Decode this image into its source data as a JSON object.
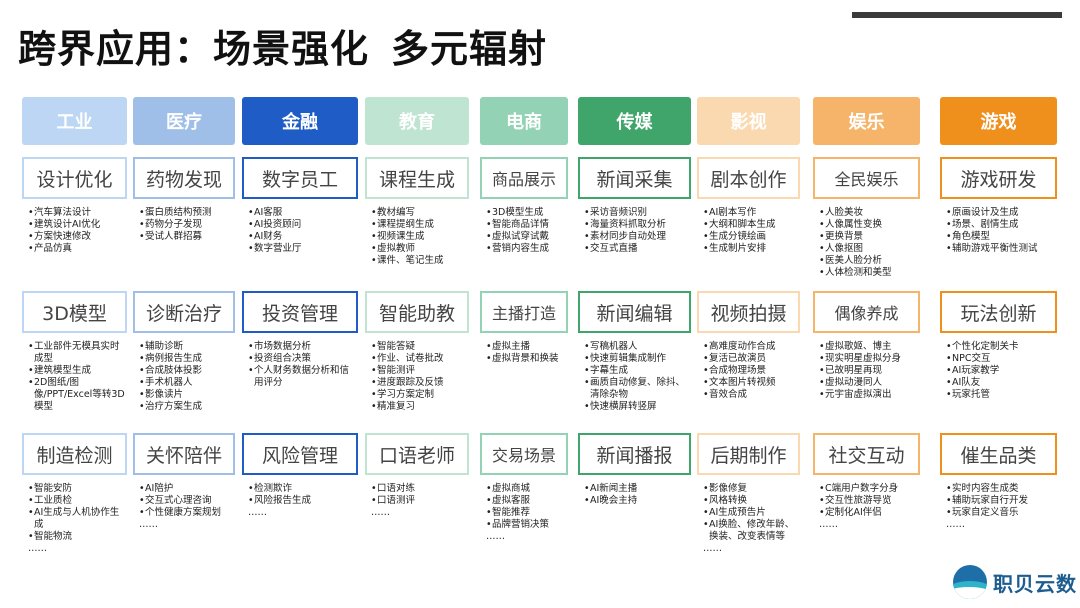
{
  "page": {
    "title_left": "跨界应用：场景强化",
    "title_right": "多元辐射"
  },
  "columns": [
    {
      "header": "工业",
      "color": "#bcd6f3",
      "sections": [
        {
          "title": "设计优化",
          "items": [
            "汽车算法设计",
            "建筑设计AI优化",
            "方案快速修改",
            "产品仿真"
          ]
        },
        {
          "title": "3D模型",
          "items": [
            "工业部件无模具实时成型",
            "建筑模型生成",
            "2D图纸/图像/PPT/Excel等转3D模型"
          ]
        },
        {
          "title": "制造检测",
          "items": [
            "智能安防",
            "工业质检",
            "AI生成与人机协作生成",
            "智能物流",
            "……"
          ]
        }
      ]
    },
    {
      "header": "医疗",
      "color": "#9fbfe8",
      "sections": [
        {
          "title": "药物发现",
          "items": [
            "蛋白质结构预测",
            "药物分子发现",
            "受试人群招募"
          ]
        },
        {
          "title": "诊断治疗",
          "items": [
            "辅助诊断",
            "病例报告生成",
            "合成肢体投影",
            "手术机器人",
            "影像读片",
            "治疗方案生成"
          ]
        },
        {
          "title": "关怀陪伴",
          "items": [
            "AI陪护",
            "交互式心理咨询",
            "个性健康方案规划",
            "……"
          ]
        }
      ]
    },
    {
      "header": "金融",
      "color": "#1f5cc6",
      "sections": [
        {
          "title": "数字员工",
          "items": [
            "AI客服",
            "AI投资顾问",
            "AI财务",
            "数字营业厅"
          ]
        },
        {
          "title": "投资管理",
          "items": [
            "市场数据分析",
            "投资组合决策",
            "个人财务数据分析和信用评分"
          ]
        },
        {
          "title": "风险管理",
          "items": [
            "检测欺诈",
            "风险报告生成",
            "……"
          ]
        }
      ]
    },
    {
      "header": "教育",
      "color": "#bfe5d2",
      "sections": [
        {
          "title": "课程生成",
          "items": [
            "教材编写",
            "课程提纲生成",
            "视频课生成",
            "虚拟教师",
            "课件、笔记生成"
          ]
        },
        {
          "title": "智能助教",
          "items": [
            "智能答疑",
            "作业、试卷批改",
            "智能测评",
            "进度跟踪及反馈",
            "学习方案定制",
            "精准复习"
          ]
        },
        {
          "title": "口语老师",
          "items": [
            "口语对练",
            "口语测评",
            "……"
          ]
        }
      ]
    },
    {
      "header": "电商",
      "color": "#93d2b4",
      "sections": [
        {
          "title": "商品展示",
          "items": [
            "3D模型生成",
            "智能商品详情",
            "虚拟试穿试戴",
            "营销内容生成"
          ]
        },
        {
          "title": "主播打造",
          "items": [
            "虚拟主播",
            "虚拟背景和换装"
          ]
        },
        {
          "title": "交易场景",
          "items": [
            "虚拟商城",
            "虚拟客服",
            "智能推荐",
            "品牌营销决策",
            "……"
          ]
        }
      ]
    },
    {
      "header": "传媒",
      "color": "#3fa56a",
      "sections": [
        {
          "title": "新闻采集",
          "items": [
            "采访音频识别",
            "海量资料抓取分析",
            "素材同步自动处理",
            "交互式直播"
          ]
        },
        {
          "title": "新闻编辑",
          "items": [
            "写稿机器人",
            "快速剪辑集成制作",
            "字幕生成",
            "画质自动修复、除抖、清除杂物",
            "快速横屏转竖屏"
          ]
        },
        {
          "title": "新闻播报",
          "items": [
            "AI新闻主播",
            "AI晚会主持"
          ]
        }
      ]
    },
    {
      "header": "影视",
      "color": "#fbd9b0",
      "sections": [
        {
          "title": "剧本创作",
          "items": [
            "AI剧本写作",
            "大纲和脚本生成",
            "生成分镜绘画",
            "生成制片安排"
          ]
        },
        {
          "title": "视频拍摄",
          "items": [
            "高难度动作合成",
            "复活已故演员",
            "合成物理场景",
            "文本图片转视频",
            "音效合成"
          ]
        },
        {
          "title": "后期制作",
          "items": [
            "影像修复",
            "风格转换",
            "AI生成预告片",
            "AI换脸、修改年龄、换装、改变表情等",
            "……"
          ]
        }
      ]
    },
    {
      "header": "娱乐",
      "color": "#f5b46a",
      "sections": [
        {
          "title": "全民娱乐",
          "items": [
            "人脸美妆",
            "人像属性变换",
            "更换背景",
            "人像抠图",
            "医美人脸分析",
            "人体检测和美型"
          ]
        },
        {
          "title": "偶像养成",
          "items": [
            "虚拟歌姬、博主",
            "现实明星虚拟分身",
            "已故明星再现",
            "虚拟动漫同人",
            "元宇宙虚拟演出"
          ]
        },
        {
          "title": "社交互动",
          "items": [
            "C端用户数字分身",
            "交互性旅游导览",
            "定制化AI伴侣",
            "……"
          ]
        }
      ]
    },
    {
      "header": "游戏",
      "color": "#ef8f1c",
      "sections": [
        {
          "title": "游戏研发",
          "items": [
            "原画设计及生成",
            "场景、剧情生成",
            "角色模型",
            "辅助游戏平衡性测试"
          ]
        },
        {
          "title": "玩法创新",
          "items": [
            "个性化定制关卡",
            "NPC交互",
            "AI玩家教学",
            "AI队友",
            "玩家托管"
          ]
        },
        {
          "title": "催生品类",
          "items": [
            "实时内容生成类",
            "辅助玩家自行开发",
            "玩家自定义音乐",
            "……"
          ]
        }
      ]
    }
  ],
  "logo": {
    "text": "职贝云数"
  }
}
